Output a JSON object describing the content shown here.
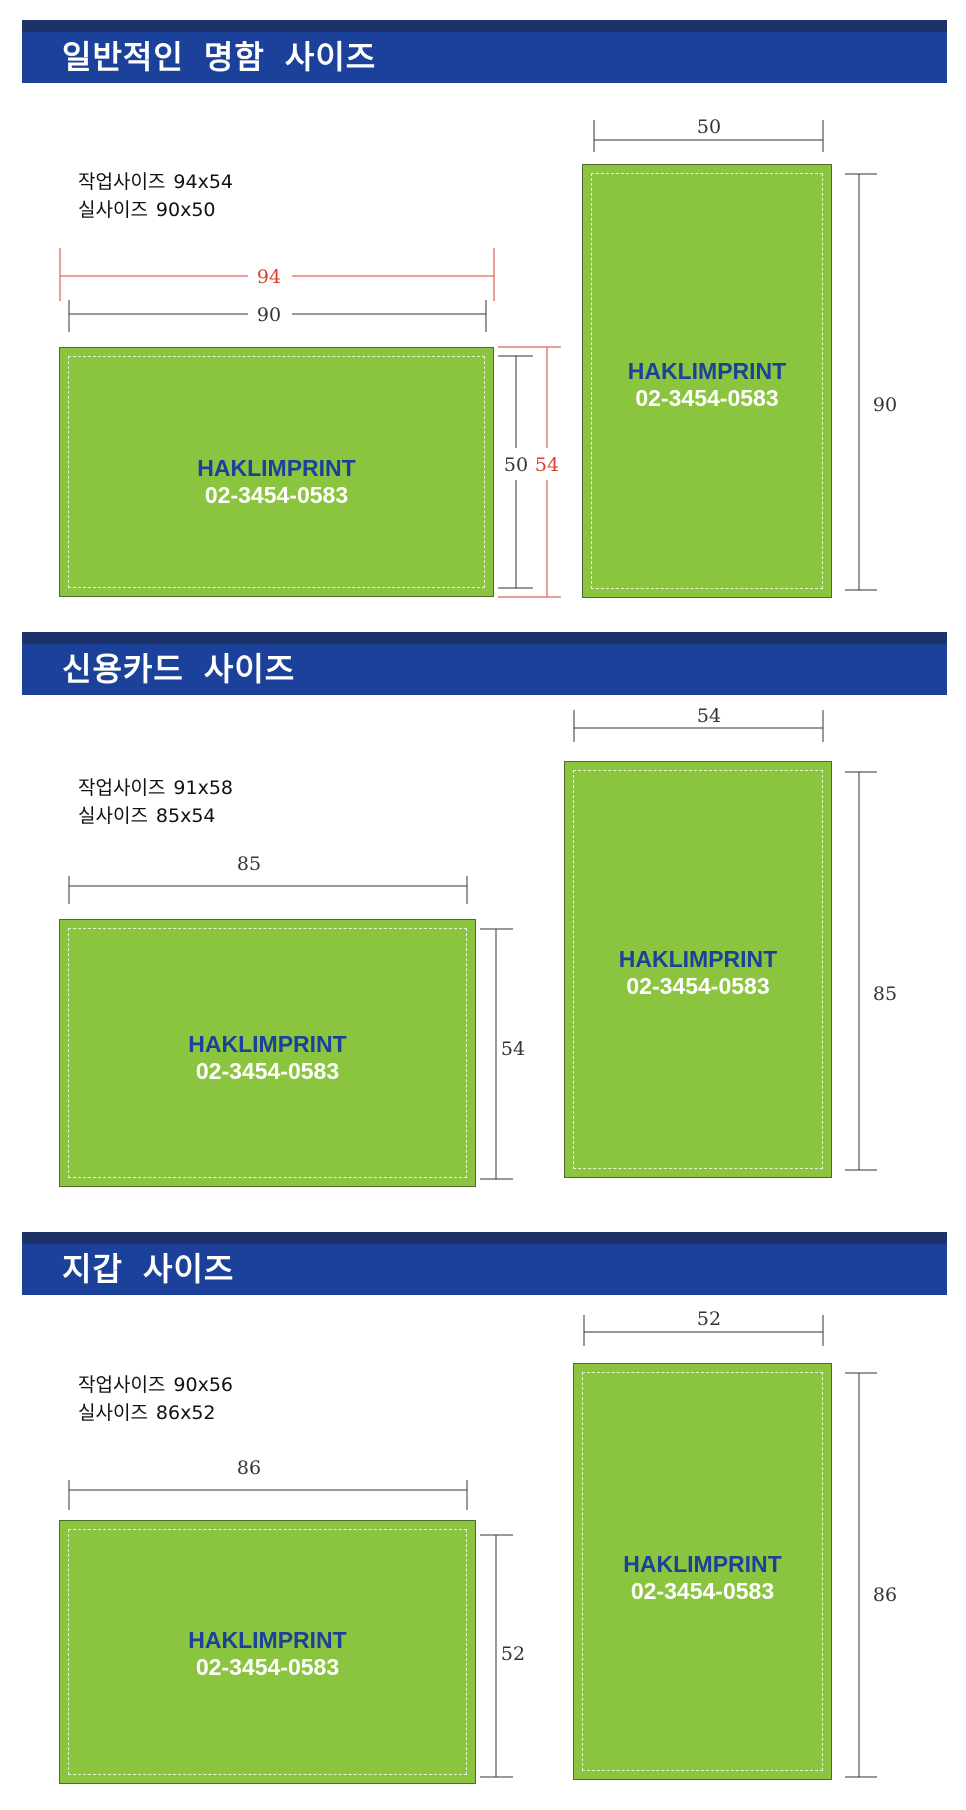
{
  "colors": {
    "header_top": "#1c3269",
    "header_bar": "#1c419b",
    "card_fill": "#8bc43f",
    "card_border": "#4d6b2a",
    "brand_text": "#1c419b",
    "phone_text": "#ffffff",
    "dim_black": "#333333",
    "dim_red": "#d9402b"
  },
  "sections": [
    {
      "title": "일반적인 명함 사이즈",
      "work_label": "작업사이즈",
      "work_size": "94x54",
      "real_label": "실사이즈",
      "real_size": "90x50",
      "horizontal": {
        "brand": "HAKLIMPRINT",
        "phone": "02-3454-0583",
        "width_work": "94",
        "width_real": "90",
        "height_real": "50",
        "height_work": "54"
      },
      "vertical": {
        "brand": "HAKLIMPRINT",
        "phone": "02-3454-0583",
        "width": "50",
        "height": "90"
      }
    },
    {
      "title": "신용카드 사이즈",
      "work_label": "작업사이즈",
      "work_size": "91x58",
      "real_label": "실사이즈",
      "real_size": "85x54",
      "horizontal": {
        "brand": "HAKLIMPRINT",
        "phone": "02-3454-0583",
        "width": "85",
        "height": "54"
      },
      "vertical": {
        "brand": "HAKLIMPRINT",
        "phone": "02-3454-0583",
        "width": "54",
        "height": "85"
      }
    },
    {
      "title": "지갑 사이즈",
      "work_label": "작업사이즈",
      "work_size": "90x56",
      "real_label": "실사이즈",
      "real_size": "86x52",
      "horizontal": {
        "brand": "HAKLIMPRINT",
        "phone": "02-3454-0583",
        "width": "86",
        "height": "52"
      },
      "vertical": {
        "brand": "HAKLIMPRINT",
        "phone": "02-3454-0583",
        "width": "52",
        "height": "86"
      }
    }
  ]
}
